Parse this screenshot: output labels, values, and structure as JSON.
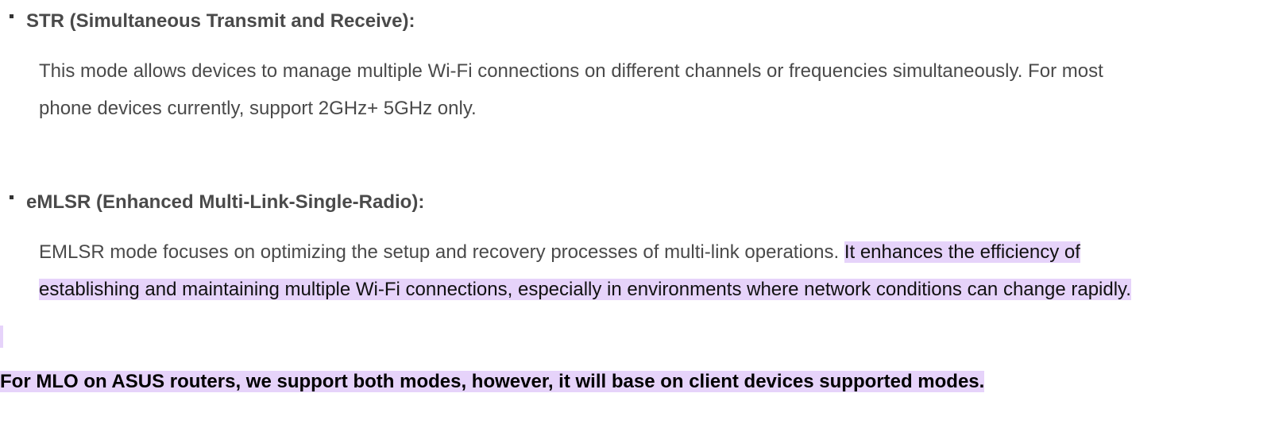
{
  "sections": [
    {
      "heading": "STR (Simultaneous Transmit and Receive):",
      "paragraph": {
        "line1": "This mode allows devices to manage multiple Wi-Fi connections on different channels or frequencies simultaneously. For most",
        "line2": "phone devices currently, support 2GHz+ 5GHz only."
      }
    },
    {
      "heading": "eMLSR (Enhanced Multi-Link-Single-Radio):",
      "paragraph": {
        "line1_plain": "EMLSR mode focuses on optimizing the setup and recovery processes of multi-link operations.",
        "line1_highlighted": "It enhances the efficiency of",
        "line2_highlighted": "establishing and maintaining multiple Wi-Fi connections, especially in environments where network conditions can change rapidly."
      }
    }
  ],
  "note": "For MLO on ASUS routers, we support both modes, however, it will base on client devices supported modes.",
  "colors": {
    "text": "#4a4a4a",
    "highlight": "#e6d3fa",
    "note_text": "#000000"
  }
}
